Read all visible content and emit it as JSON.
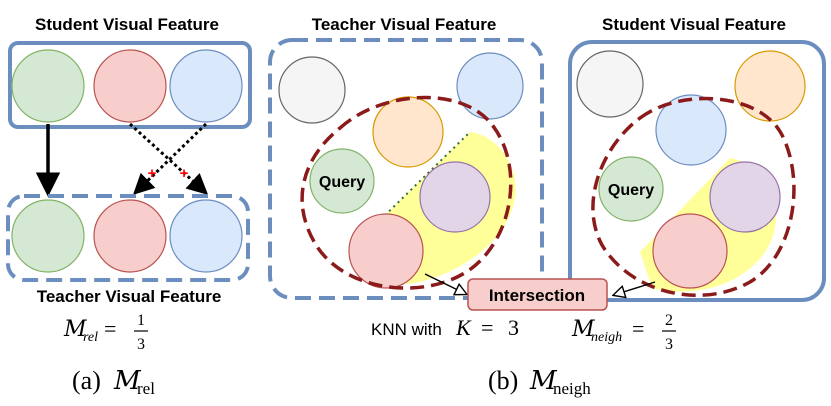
{
  "colors": {
    "green": "#d5e8d4",
    "green_stroke": "#82b366",
    "red": "#f8cecc",
    "red_stroke": "#b85450",
    "blue": "#dae8fc",
    "blue_stroke": "#6c8ebf",
    "grey": "#f5f5f5",
    "grey_stroke": "#666666",
    "orange": "#ffe6cc",
    "orange_stroke": "#d79b00",
    "purple": "#e1d5e7",
    "purple_stroke": "#9673a6",
    "frame": "#6c8ebf",
    "knn_region": "#8b1a1a",
    "highlight": "#ffff99",
    "intersection_fill": "#f8cecc",
    "intersection_stroke": "#b85450",
    "cross": "#ff0000"
  },
  "panel_a": {
    "student_title": "Student Visual Feature",
    "teacher_title": "Teacher Visual Feature",
    "formula": {
      "symbol": "M",
      "subscript": "rel",
      "equals": "=",
      "numerator": "1",
      "denominator": "3"
    },
    "caption": {
      "label": "(a)",
      "symbol": "M",
      "subscript": "rel"
    }
  },
  "panel_b": {
    "teacher_title": "Teacher Visual Feature",
    "student_title": "Student Visual Feature",
    "query_label": "Query",
    "intersection_label": "Intersection",
    "knn": {
      "prefix": "KNN with",
      "var": "K",
      "equals": "=",
      "value": "3"
    },
    "formula": {
      "symbol": "M",
      "subscript": "neigh",
      "equals": "=",
      "numerator": "2",
      "denominator": "3"
    },
    "caption": {
      "label": "(b)",
      "symbol": "M",
      "subscript": "neigh"
    }
  }
}
